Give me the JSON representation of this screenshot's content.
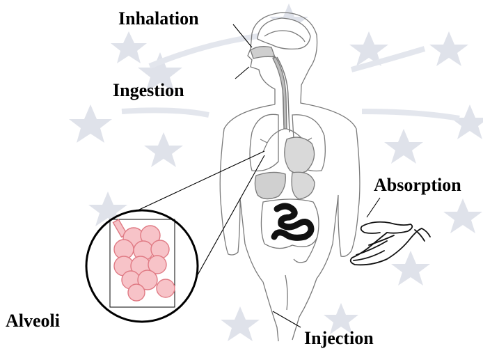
{
  "labels": {
    "inhalation": "Inhalation",
    "ingestion": "Ingestion",
    "absorption": "Absorption",
    "alveoli": "Alveoli",
    "injection": "Injection"
  },
  "colors": {
    "watermark": "#dfe2ea",
    "outline": "#7a7a7a",
    "organ_fill": "#d9d9d9",
    "alveoli_fill": "#f7c3c8",
    "alveoli_stroke": "#e07a84",
    "intestine": "#111111"
  },
  "icons": {
    "hand": "open-palm-hand-icon",
    "watermark": "star-seal-watermark"
  }
}
